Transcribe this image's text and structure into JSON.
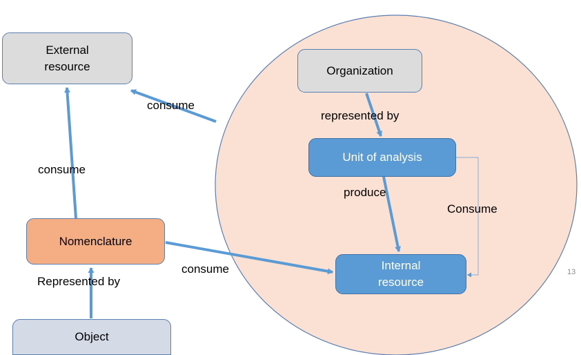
{
  "nodes": {
    "external_resource": "External resource",
    "organization": "Organization",
    "unit_of_analysis": "Unit of analysis",
    "internal_resource": "Internal resource",
    "nomenclature": "Nomenclature",
    "object": "Object"
  },
  "edges": {
    "circle_to_external": "consume",
    "organization_to_unit": "represented by",
    "nomenclature_to_external": "consume",
    "unit_to_internal": "produce",
    "unit_to_internal_side": "Consume",
    "nomenclature_to_internal": "consume",
    "object_to_nomenclature": "Represented by"
  },
  "page_number": "13",
  "colors": {
    "arrow": "#5b9bd5",
    "circle_fill": "#fbe1d3",
    "unit_fill": "#5b9bd5",
    "nomenclature_fill": "#f5ad83"
  }
}
